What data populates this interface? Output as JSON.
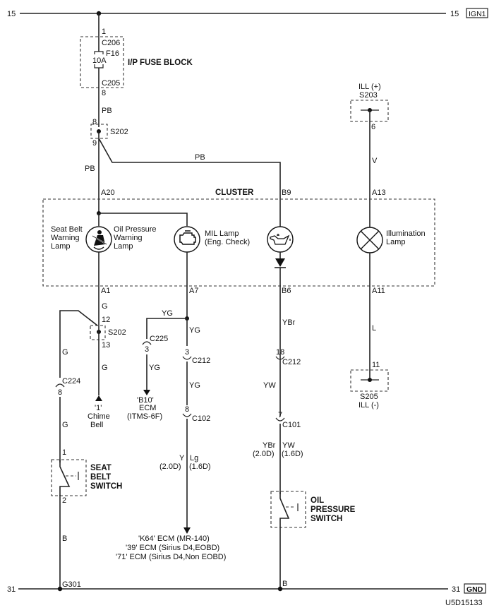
{
  "rails": {
    "top_left": "15",
    "top_right": "15",
    "top_badge": "IGN1",
    "bottom_left": "31",
    "bottom_right": "31",
    "bottom_badge": "GND"
  },
  "fuse_block": {
    "title": "I/P FUSE BLOCK",
    "pin_in": "1",
    "conn_in": "C206",
    "fuse_id": "F16",
    "fuse_rating": "10A",
    "conn_out": "C205",
    "pin_out": "8"
  },
  "splice_s202_top": {
    "id": "S202",
    "pin_in": "8",
    "pin_out": "9"
  },
  "wires": {
    "pb_1": "PB",
    "pb_2": "PB",
    "pb_3": "PB",
    "v": "V",
    "g_1": "G",
    "g_2": "G",
    "g_3": "G",
    "g_4": "G",
    "b": "B",
    "yg_1": "YG",
    "yg_2": "YG",
    "yg_3": "YG",
    "yg_4": "YG",
    "y": "Y",
    "y_spec": "(2.0D)",
    "lg": "Lg",
    "lg_spec": "(1.6D)",
    "ybr_1": "YBr",
    "yw_1": "YW",
    "ybr_2": "YBr",
    "ybr_2_spec": "(2.0D)",
    "yw_2": "YW",
    "yw_2_spec": "(1.6D)",
    "l": "L"
  },
  "cluster": {
    "title": "CLUSTER",
    "pins": {
      "a20": "A20",
      "b9": "B9",
      "a13": "A13",
      "a1": "A1",
      "a7": "A7",
      "b6": "B6",
      "a11": "A11"
    },
    "lamps": {
      "seatbelt_label": [
        "Seat Belt",
        "Warning",
        "Lamp"
      ],
      "oilpress_label": [
        "Oil Pressure",
        "Warning",
        "Lamp"
      ],
      "mil_label": [
        "MIL Lamp",
        "(Eng. Check)"
      ],
      "illum_label": [
        "Illumination",
        "Lamp"
      ]
    }
  },
  "s203": {
    "label1": "ILL (+)",
    "label2": "S203",
    "pin": "6"
  },
  "s205": {
    "label1": "S205",
    "label2": "ILL (-)",
    "pin": "11"
  },
  "splice_s202_bottom": {
    "id": "S202",
    "pin_in": "12",
    "pin_out": "13"
  },
  "connectors": {
    "c224": {
      "id": "C224",
      "pin": "8"
    },
    "c225": {
      "id": "C225",
      "pin": "3"
    },
    "c212_a": {
      "id": "C212",
      "pin": "3"
    },
    "c102": {
      "id": "C102",
      "pin": "8"
    },
    "c212_b": {
      "id": "C212",
      "pin": "18"
    },
    "c101": {
      "id": "C101",
      "pin": "7"
    }
  },
  "chime": {
    "pin": "'1'",
    "line1": "Chime",
    "line2": "Bell"
  },
  "ecm_b10": {
    "line1": "'B10'",
    "line2": "ECM",
    "line3": "(ITMS-6F)"
  },
  "ecm_list": [
    "'K64' ECM (MR-140)",
    "'39' ECM (Sirius D4,EOBD)",
    "'71' ECM (Sirius D4,Non EOBD)"
  ],
  "seat_belt_switch": {
    "pin_in": "1",
    "pin_out": "2",
    "label": [
      "SEAT",
      "BELT",
      "SWITCH"
    ]
  },
  "oil_pressure_switch": {
    "label": [
      "OIL",
      "PRESSURE",
      "SWITCH"
    ]
  },
  "ground": {
    "g301": "G301",
    "b_label": "B"
  },
  "diagram_id": "U5D15133"
}
